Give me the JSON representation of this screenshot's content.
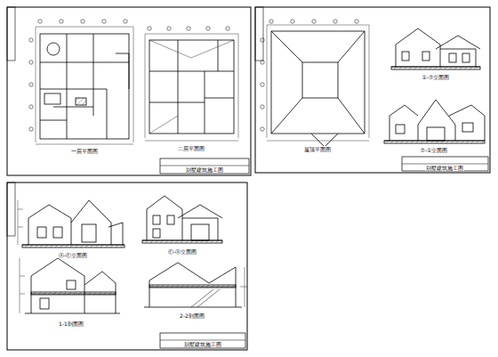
{
  "diagram": {
    "labels": [
      "一层平面图",
      "二层平面图",
      "屋顶平面图",
      "①-⑦立面图",
      "⑦-①立面图",
      "Ⓐ-Ⓔ立面图",
      "Ⓔ-Ⓐ立面图",
      "1-1剖面图",
      "2-2剖面图",
      "别墅建筑施工图",
      "别墅建筑施工图",
      "别墅建筑施工图"
    ]
  }
}
